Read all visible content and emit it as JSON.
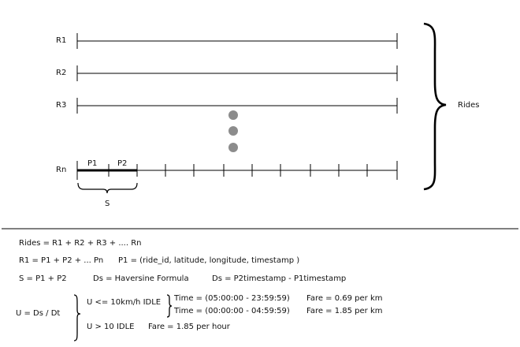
{
  "rides": {
    "labels": [
      "R1",
      "R2",
      "R3",
      "Rn"
    ],
    "brace_label": "Rides",
    "segment_labels": [
      "P1",
      "P2"
    ],
    "span_label": "S"
  },
  "formulas": {
    "line1": "Rides = R1 + R2 + R3 + .... Rn",
    "line2a": "R1 = P1 + P2 + ... Pn",
    "line2b": "P1 = (ride_id, latitude, longitude, timestamp )",
    "line3a": "S = P1 + P2",
    "line3b": "Ds = Haversine Formula",
    "line3c": "Ds = P2timestamp - P1timestamp",
    "u_def": "U = Ds / Dt",
    "cond1": "U <= 10km/h IDLE",
    "time1": "Time = (05:00:00 - 23:59:59)",
    "fare1": "Fare =  0.69 per km",
    "time2": "Time = (00:00:00 - 04:59:59)",
    "fare2": "Fare =  1.85 per km",
    "cond2": "U > 10 IDLE",
    "fare3": "Fare =  1.85 per hour"
  },
  "colors": {
    "line": "#000000",
    "dots": "#8c8c8c"
  }
}
